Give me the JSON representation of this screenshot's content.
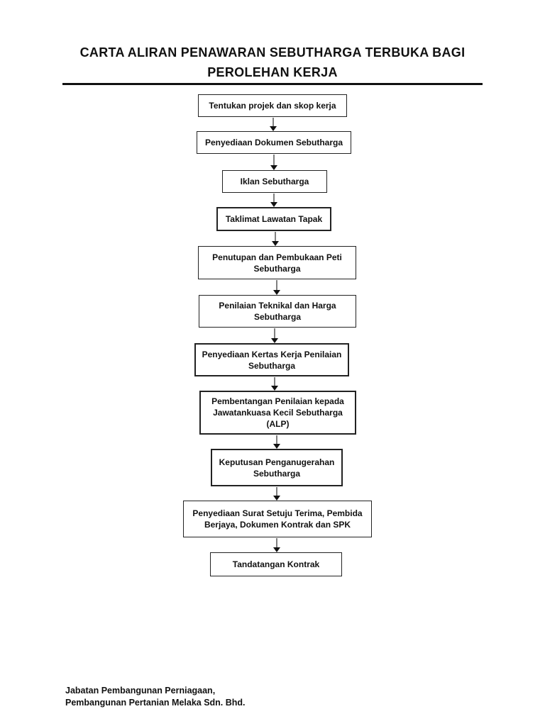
{
  "page": {
    "title": "CARTA ALIRAN PENAWARAN SEBUTHARGA TERBUKA BAGI\nPEROLEHAN KERJA"
  },
  "flow": {
    "steps": [
      {
        "label": "Tentukan projek dan skop kerja"
      },
      {
        "label": "Penyediaan Dokumen Sebutharga"
      },
      {
        "label": "Iklan Sebutharga"
      },
      {
        "label": "Taklimat Lawatan Tapak"
      },
      {
        "label": "Penutupan dan Pembukaan Peti\nSebutharga"
      },
      {
        "label": "Penilaian Teknikal dan Harga\nSebutharga"
      },
      {
        "label": "Penyediaan Kertas Kerja Penilaian\nSebutharga"
      },
      {
        "label": "Pembentangan Penilaian kepada\nJawatankuasa Kecil Sebutharga\n(ALP)"
      },
      {
        "label": "Keputusan Penganugerahan\nSebutharga"
      },
      {
        "label": "Penyediaan Surat Setuju Terima, Pembida\nBerjaya, Dokumen Kontrak dan SPK"
      },
      {
        "label": "Tandatangan Kontrak"
      }
    ]
  },
  "footer": {
    "org": "Jabatan Pembangunan Perniagaan,\nPembangunan Pertanian Melaka Sdn. Bhd."
  },
  "colors": {
    "text": "#111111",
    "box_border": "#222222",
    "arrow_line": "#808080",
    "arrow_head": "#111111",
    "background": "#ffffff"
  }
}
